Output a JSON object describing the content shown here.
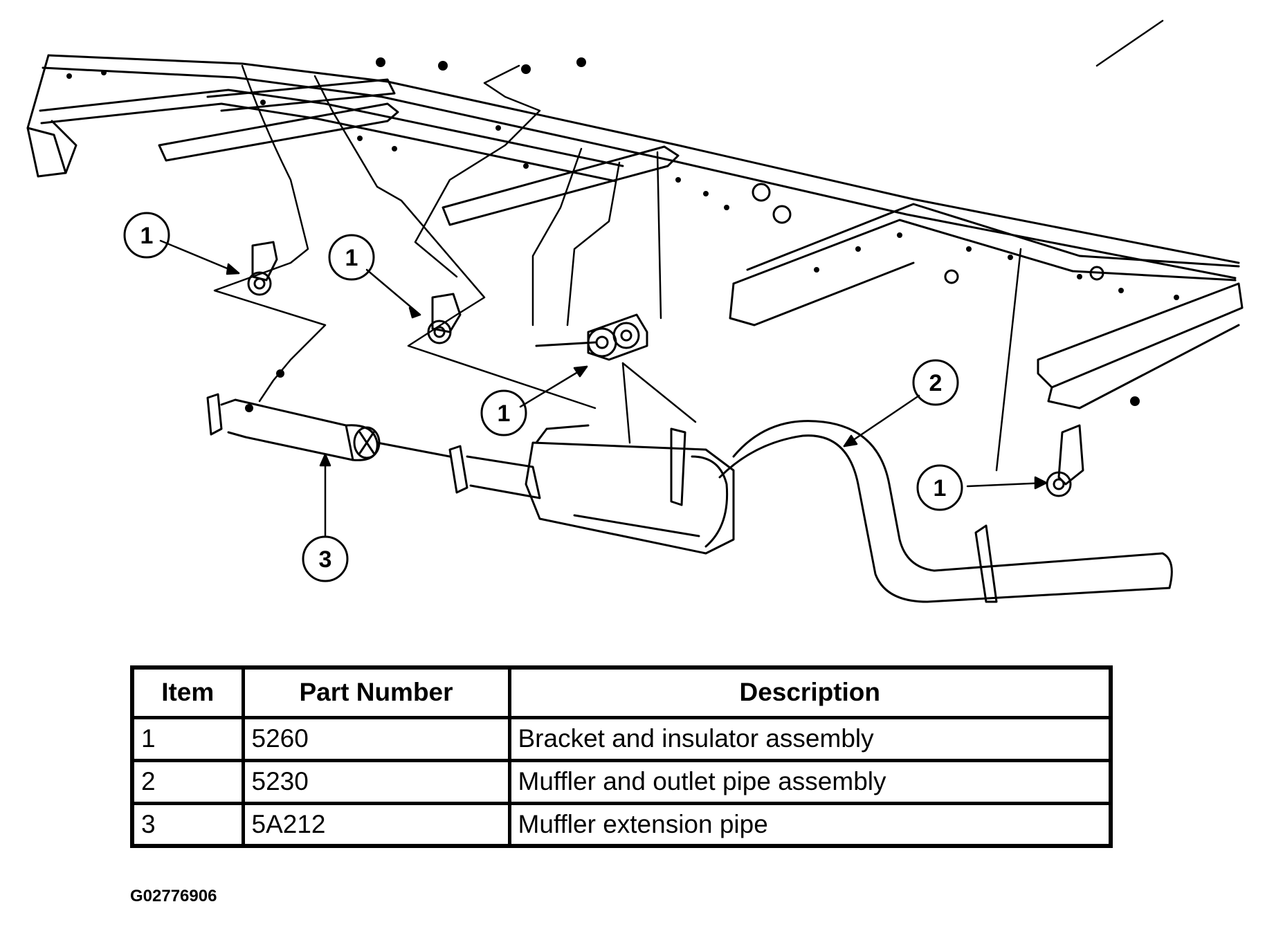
{
  "callouts": {
    "bracket_a": "1",
    "bracket_b": "1",
    "bracket_c": "1",
    "bracket_d": "1",
    "muffler_outlet_pipe": "2",
    "extension_pipe": "3"
  },
  "table": {
    "headers": [
      "Item",
      "Part Number",
      "Description"
    ],
    "rows": [
      {
        "item": "1",
        "part_number": "5260",
        "description": "Bracket and insulator assembly"
      },
      {
        "item": "2",
        "part_number": "5230",
        "description": "Muffler and outlet pipe assembly"
      },
      {
        "item": "3",
        "part_number": "5A212",
        "description": "Muffler extension pipe"
      }
    ]
  },
  "figure_code": "G02776906",
  "colors": {
    "ink": "#000000",
    "paper": "#ffffff"
  }
}
